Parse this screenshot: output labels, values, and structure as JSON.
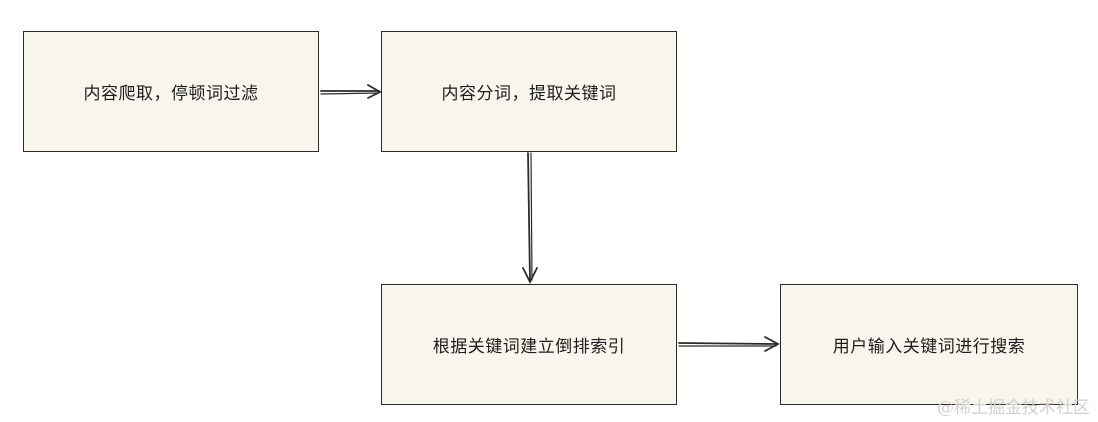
{
  "nodes": {
    "crawl": "内容爬取，停顿词过滤",
    "segment": "内容分词，提取关键词",
    "index": "根据关键词建立倒排索引",
    "search": "用户输入关键词进行搜索"
  },
  "watermark": "@稀土掘金技术社区",
  "colors": {
    "node_fill": "#f8f6ec",
    "stroke": "#2b2b2b",
    "watermark": "#d0d0d0"
  }
}
